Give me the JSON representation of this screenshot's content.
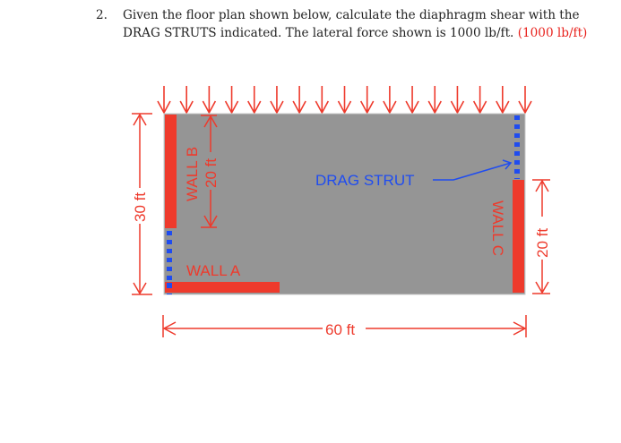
{
  "problem": {
    "number": "2.",
    "line1": "Given the floor plan shown below, calculate the diaphragm shear with the",
    "line2": "DRAG STRUTS indicated.  The lateral force shown is 1000 lb/ft.",
    "answer": "(1000 lb/ft)"
  },
  "diagram": {
    "labels": {
      "wall_a": "WALL A",
      "wall_b": "WALL B",
      "wall_c": "WALL C",
      "drag_strut": "DRAG STRUT"
    },
    "dimensions": {
      "width": "60 ft",
      "depth": "30 ft",
      "wall_b_length": "20 ft",
      "wall_c_length": "20 ft"
    },
    "load_arrow_count": 17,
    "colors": {
      "slab": "#959595",
      "wall": "#ee3a2c",
      "dimension": "#ee3a2c",
      "drag_strut": "#1f4cf0",
      "answer": "#e8211c"
    }
  }
}
